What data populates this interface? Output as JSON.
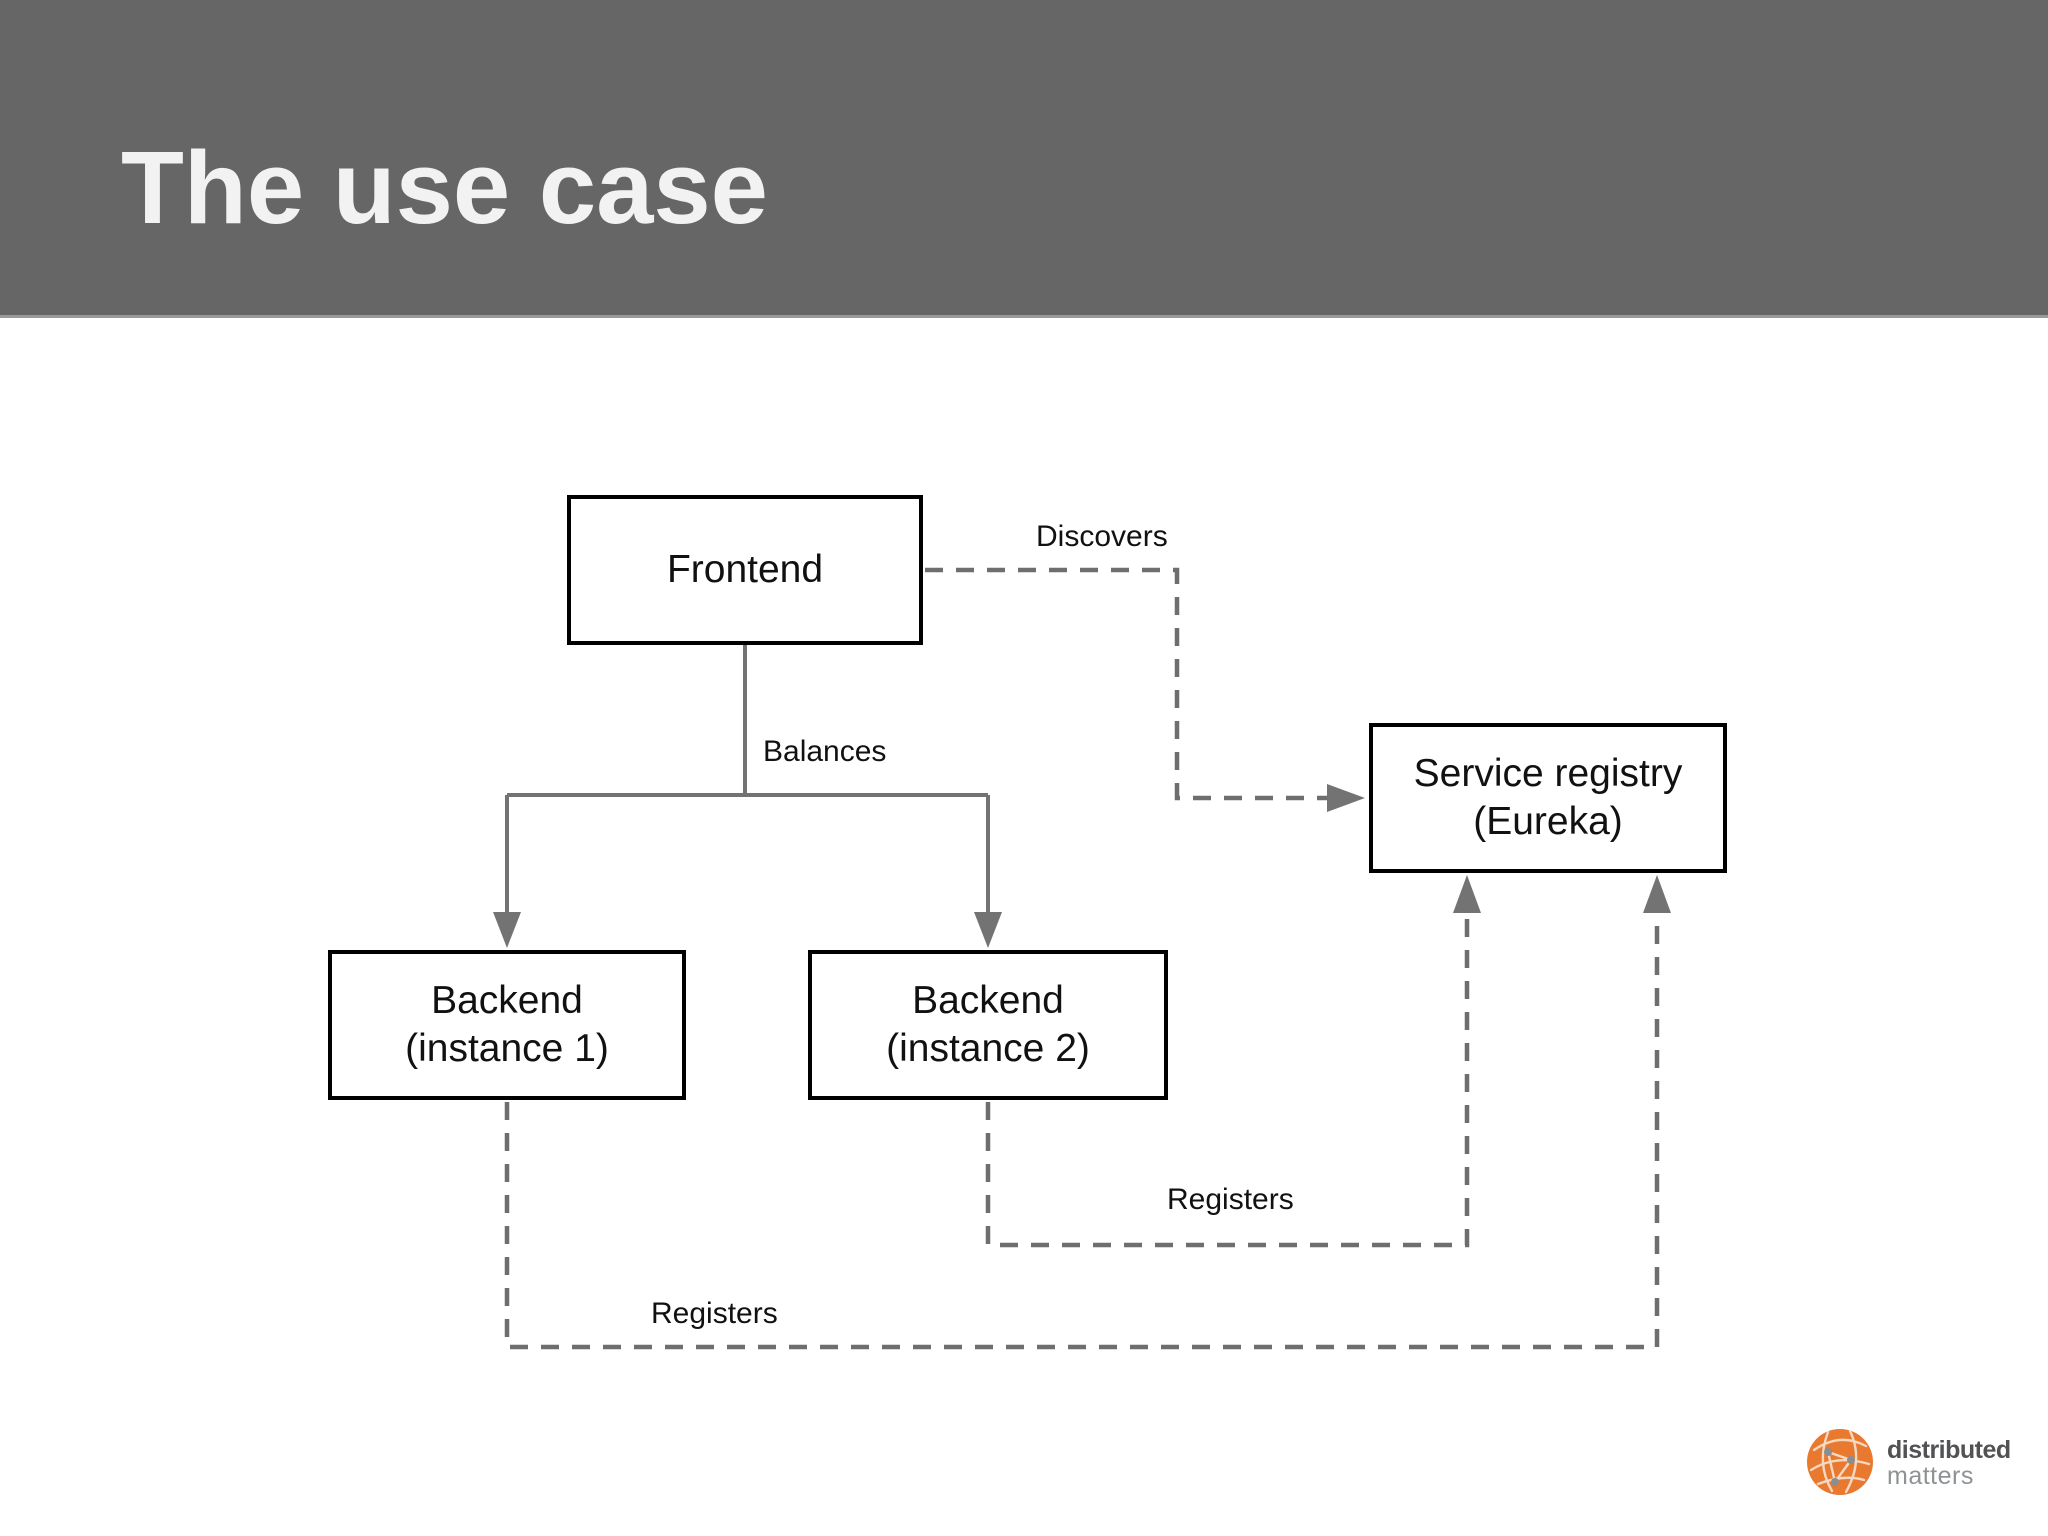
{
  "slide": {
    "title": "The use case"
  },
  "colors": {
    "header_bg": "#666666",
    "title_text": "#f2f2f2",
    "connector_gray": "#6e6e6e",
    "box_border": "#000000",
    "node_text": "#111111",
    "logo_orange": "#e8792f",
    "logo_text_dark": "#515254",
    "logo_text_light": "#8f9294"
  },
  "diagram": {
    "nodes": {
      "frontend": {
        "label": "Frontend"
      },
      "backend1": {
        "line1": "Backend",
        "line2": "(instance 1)"
      },
      "backend2": {
        "line1": "Backend",
        "line2": "(instance 2)"
      },
      "registry": {
        "line1": "Service registry",
        "line2": "(Eureka)"
      }
    },
    "edges": {
      "discovers": {
        "label": "Discovers",
        "from": "frontend",
        "to": "registry",
        "style": "dashed"
      },
      "balances": {
        "label": "Balances",
        "from": "frontend",
        "to": "backend1+backend2",
        "style": "solid"
      },
      "registers_backend2": {
        "label": "Registers",
        "from": "backend2",
        "to": "registry",
        "style": "dashed"
      },
      "registers_backend1": {
        "label": "Registers",
        "from": "backend1",
        "to": "registry",
        "style": "dashed"
      }
    }
  },
  "logo": {
    "line1": "distributed",
    "line2": "matters"
  }
}
